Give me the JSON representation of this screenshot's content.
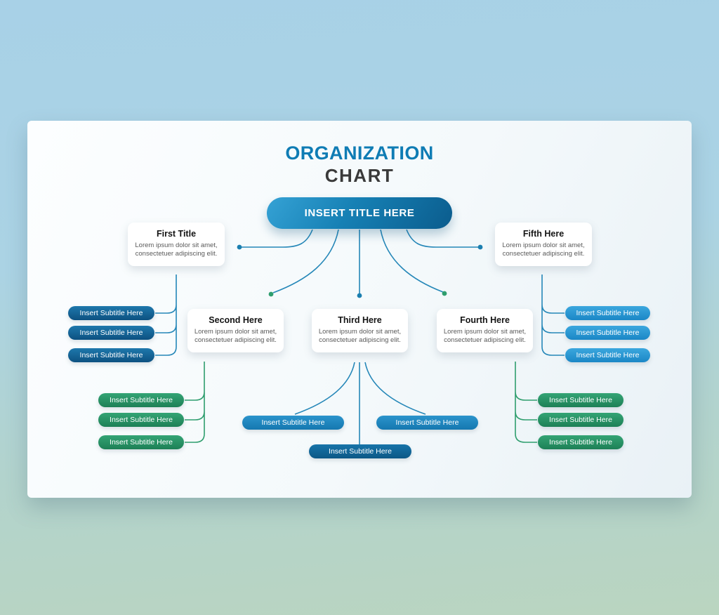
{
  "title": {
    "line1": "ORGANIZATION",
    "line2": "CHART"
  },
  "root": {
    "label": "INSERT TITLE HERE"
  },
  "boxes": {
    "first": {
      "title": "First Title",
      "body": "Lorem ipsum dolor sit amet, consectetuer adipiscing elit."
    },
    "second": {
      "title": "Second Here",
      "body": "Lorem ipsum dolor sit amet, consectetuer adipiscing elit."
    },
    "third": {
      "title": "Third Here",
      "body": "Lorem ipsum dolor sit amet, consectetuer adipiscing elit."
    },
    "fourth": {
      "title": "Fourth Here",
      "body": "Lorem ipsum dolor sit amet, consectetuer adipiscing elit."
    },
    "fifth": {
      "title": "Fifth Here",
      "body": "Lorem ipsum dolor sit amet, consectetuer adipiscing elit."
    }
  },
  "pills": {
    "left_dark": [
      "Insert Subtitle Here",
      "Insert Subtitle Here",
      "Insert Subtitle Here"
    ],
    "right_light": [
      "Insert Subtitle Here",
      "Insert Subtitle Here",
      "Insert Subtitle Here"
    ],
    "left_green": [
      "Insert Subtitle Here",
      "Insert Subtitle Here",
      "Insert Subtitle Here"
    ],
    "right_green": [
      "Insert Subtitle Here",
      "Insert Subtitle Here",
      "Insert Subtitle Here"
    ],
    "center_mid": [
      "Insert Subtitle Here",
      "Insert Subtitle Here"
    ],
    "center_deep": [
      "Insert Subtitle Here"
    ]
  },
  "colors": {
    "title_blue": "#0f7cb4",
    "title_dark": "#3a3a3a",
    "root_gradient_start": "#35a2d5",
    "root_gradient_end": "#0b5c8d",
    "pill_dark_blue": "#0d5181",
    "pill_light_blue": "#1b87c6",
    "pill_green": "#1d8056",
    "pill_mid_blue": "#1578b0",
    "line_blue": "#2587b8",
    "line_green": "#2f9e6e"
  }
}
